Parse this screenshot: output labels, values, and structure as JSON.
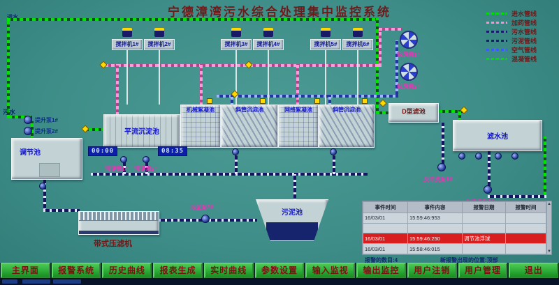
{
  "title": "宁德漳湾污水综合处理集中监控系统",
  "corner_label": "进水",
  "legend": [
    {
      "label": "进水管线",
      "color": "#00dd00"
    },
    {
      "label": "加药管线",
      "color": "#ff8fd0"
    },
    {
      "label": "污水管线",
      "color": "#1a1a70"
    },
    {
      "label": "污泥管线",
      "color": "#1a1a70"
    },
    {
      "label": "空气管线",
      "color": "#3a5bff"
    },
    {
      "label": "混凝管线",
      "color": "#00dd00"
    }
  ],
  "diagram": {
    "sewage_label": "污水",
    "lift_pump1": "提升泵1#",
    "lift_pump2": "提升泵2#",
    "regulating_tank": "调节池",
    "timer1": "00:00",
    "timer2": "08:35",
    "horizontal_sed_tank": "平流沉淀池",
    "mixers": [
      "搅拌机1#",
      "搅拌机2#",
      "搅拌机3#",
      "搅拌机4#",
      "搅拌机5#",
      "搅拌机6#"
    ],
    "mech_floc_tank": "机械絮凝池",
    "inclined_sed_tank1": "斜管沉淀池",
    "grid_floc_tank": "网络絮凝池",
    "inclined_sed_tank2": "斜管沉淀池",
    "d_filter": "D型滤池",
    "filter_water_tank": "滤水池",
    "blower1": "鼓风机1#",
    "blower2": "鼓风机2#",
    "sludge_pump1": "污泥泵1#",
    "sludge_pump2": "污泥泵2#",
    "sludge_pump3": "污泥泵3#",
    "backwash_pump1": "反冲洗泵1#",
    "backwash_pump2": "反冲洗泵2#",
    "sludge_tank": "污泥池",
    "belt_press": "带式压滤机"
  },
  "alarm_panel": {
    "headers": [
      "事件时间",
      "事件内容",
      "报警日期",
      "报警时间"
    ],
    "rows": [
      {
        "c0": "16/03/01",
        "c1": "15:59:46:953",
        "c2": "",
        "c3": ""
      },
      {
        "c0": "",
        "c1": "",
        "c2": "",
        "c3": ""
      },
      {
        "c0": "16/03/01",
        "c1": "15:59:46:250",
        "c2": "调节池浮球",
        "c3": ""
      },
      {
        "c0": "16/03/01",
        "c1": "15:58:46:015",
        "c2": "",
        "c3": ""
      }
    ],
    "footer_count": "报警的数目:4",
    "footer_pos": "新报警出现的位置:顶部"
  },
  "nav": {
    "buttons": [
      "主界面",
      "报警系统",
      "历史曲线",
      "报表生成",
      "实时曲线",
      "参数设置",
      "输入监视",
      "输出监控",
      "用户注销",
      "用户管理",
      "退出"
    ]
  }
}
